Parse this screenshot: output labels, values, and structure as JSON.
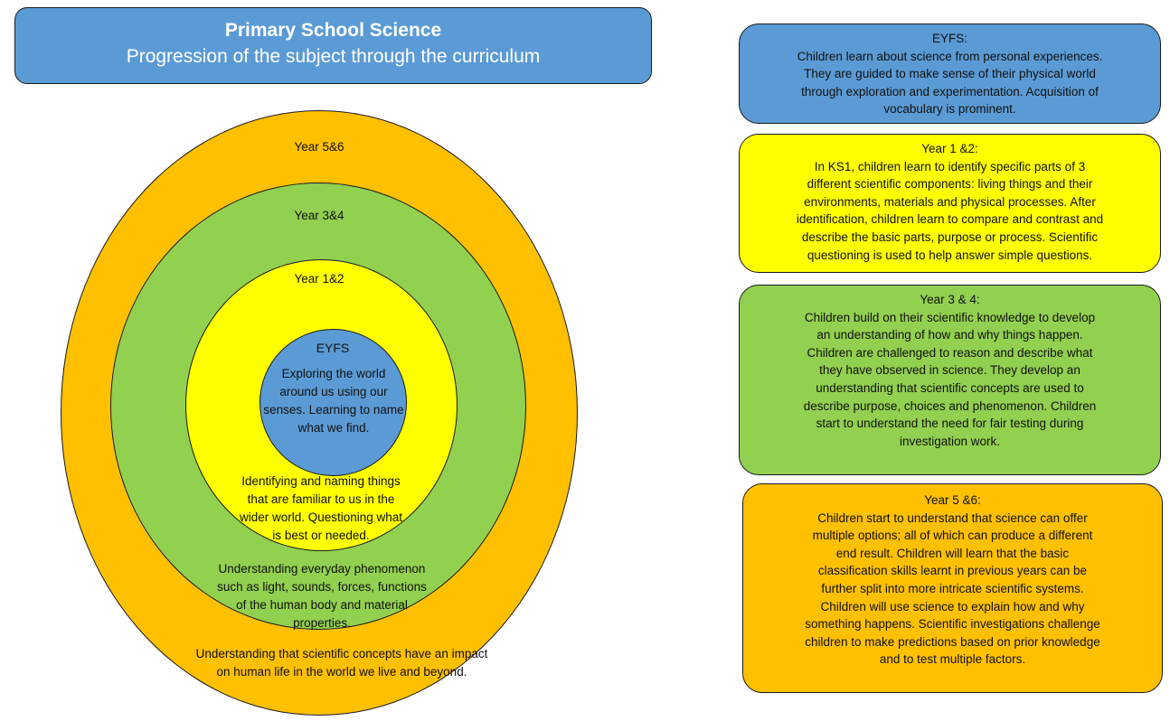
{
  "colors": {
    "blue": "#5b9bd5",
    "yellow": "#ffff00",
    "green": "#92d050",
    "orange": "#ffc000"
  },
  "title": {
    "main": "Primary School Science",
    "subtitle": "Progression of the subject through the curriculum"
  },
  "rings": {
    "y56": {
      "label": "Year 5&6",
      "desc_lines": [
        "Understanding that scientific concepts have an impact",
        "on human life in the world we live and beyond."
      ]
    },
    "y34": {
      "label": "Year 3&4",
      "desc_lines": [
        "Understanding everyday phenomenon",
        "such as light, sounds, forces, functions",
        "of the human body and material",
        "properties."
      ]
    },
    "y12": {
      "label": "Year 1&2",
      "desc_lines": [
        "Identifying and naming things",
        "that are familiar to us in the",
        "wider world. Questioning what",
        "is best or needed."
      ]
    },
    "eyfs": {
      "label": "EYFS",
      "desc_lines": [
        "Exploring the world",
        "around us using our",
        "senses. Learning to name",
        "what we find."
      ]
    }
  },
  "boxes": {
    "eyfs": {
      "lines": [
        "EYFS:",
        "Children learn about science from personal experiences.",
        "They are guided to make sense of their physical world",
        "through exploration and experimentation. Acquisition of",
        "vocabulary is prominent."
      ]
    },
    "y12": {
      "lines": [
        "Year 1 &2:",
        "In KS1, children learn to identify specific parts of 3",
        "different scientific components: living things and their",
        "environments, materials and physical processes. After",
        "identification, children learn to compare and contrast and",
        "describe the basic parts, purpose or process. Scientific",
        "questioning is used to help answer simple questions."
      ]
    },
    "y34": {
      "lines": [
        "Year 3 & 4:",
        "Children build on their scientific knowledge to develop",
        "an understanding of how and why things happen.",
        "Children are challenged to reason and describe what",
        "they have observed in science. They develop an",
        "understanding that scientific concepts are used to",
        "describe purpose, choices and phenomenon. Children",
        "start to understand the need for fair testing during",
        "investigation work."
      ]
    },
    "y56": {
      "lines": [
        "Year 5 &6:",
        "Children start to understand that science can offer",
        "multiple options; all of which can produce a different",
        "end result. Children will learn that the basic",
        "classification skills learnt in previous years can be",
        "further split into more intricate scientific systems.",
        "Children will use science to explain how and why",
        "something happens. Scientific investigations challenge",
        "children to make predictions based on prior knowledge",
        "and to test multiple factors."
      ]
    }
  }
}
